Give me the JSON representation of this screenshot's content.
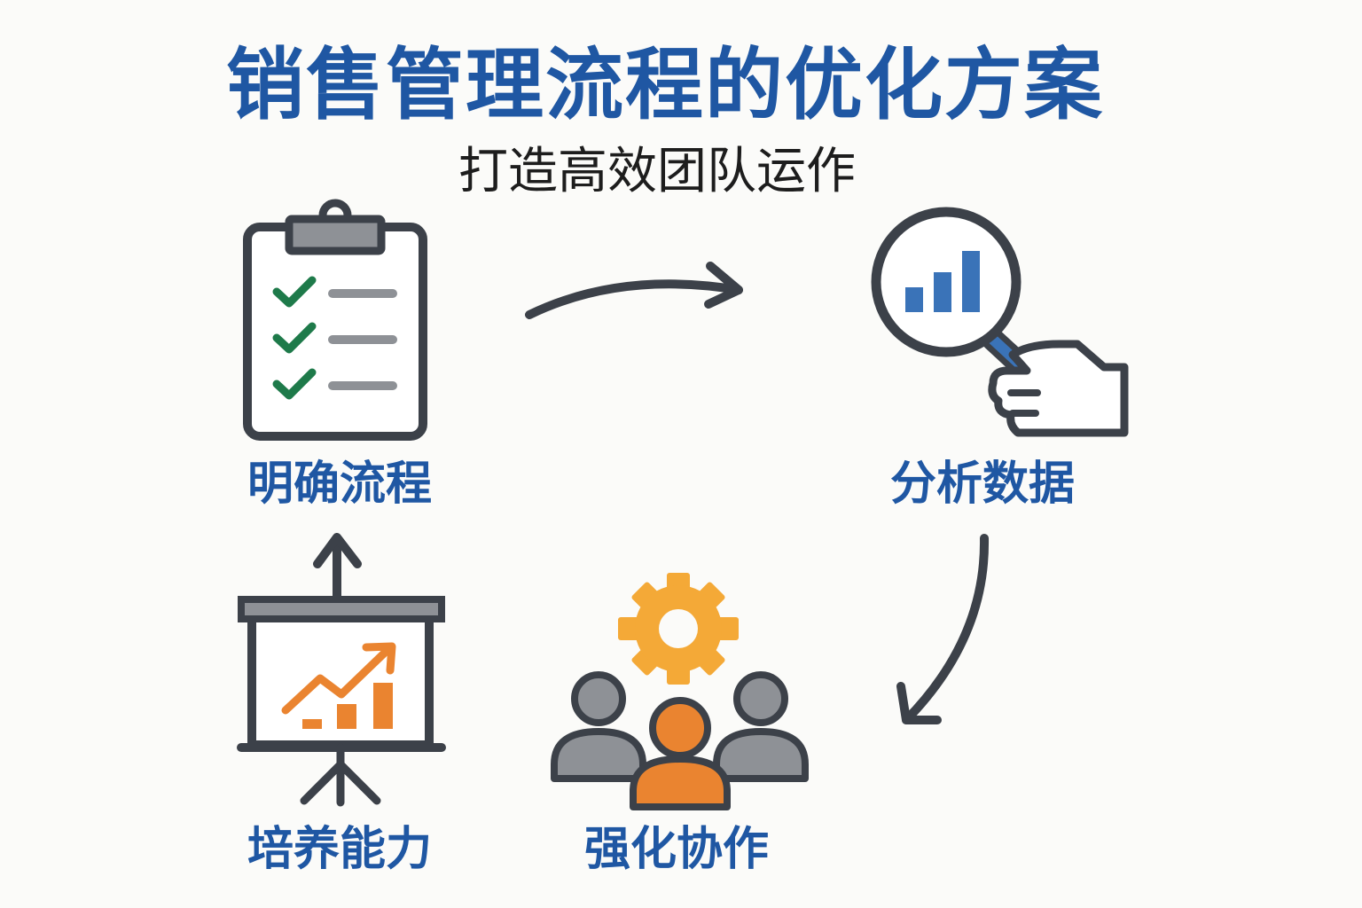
{
  "diagram": {
    "title": "销售管理流程的优化方案",
    "subtitle": "打造高效团队运作",
    "steps": [
      {
        "label": "明确流程",
        "icon": "clipboard-checklist-icon"
      },
      {
        "label": "分析数据",
        "icon": "magnifier-chart-icon"
      },
      {
        "label": "强化协作",
        "icon": "team-gear-icon"
      },
      {
        "label": "培养能力",
        "icon": "presentation-board-icon"
      }
    ]
  },
  "colors": {
    "title": "#1f57a3",
    "outline": "#3c4149",
    "check": "#1e7a4a",
    "accent_blue": "#3a73b8",
    "accent_orange": "#ea8430",
    "gear": "#f4a937",
    "gray": "#8e9196"
  }
}
